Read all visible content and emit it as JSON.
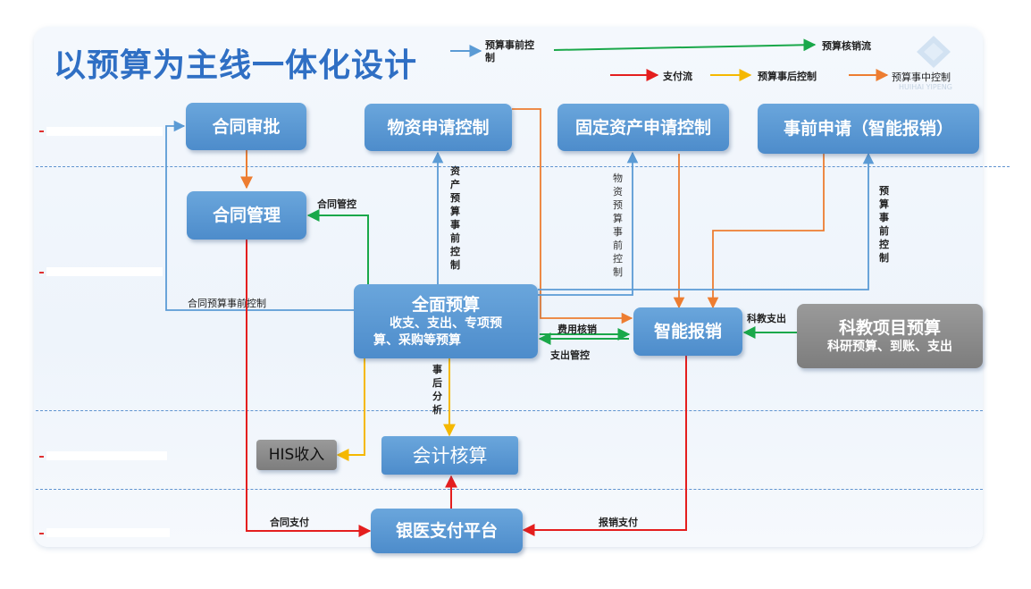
{
  "title": "以预算为主线一体化设计",
  "legend": {
    "pre_control": "预算事前控",
    "pre_control_2": "制",
    "verification_flow": "预算核销流",
    "payment_flow": "支付流",
    "post_control": "预算事后控制",
    "mid_control": "预算事中控制",
    "watermark": "HUIHAI YIPENG"
  },
  "colors": {
    "blue": "#5b9bd5",
    "green": "#1aa84a",
    "red": "#e41e1e",
    "yellow": "#f5b800",
    "orange": "#ed7d31"
  },
  "boxes": {
    "contract_approval": "合同审批",
    "material_request": "物资申请控制",
    "fixed_asset_request": "固定资产申请控制",
    "pre_application": "事前申请（智能报销）",
    "contract_management": "合同管理",
    "overall_budget_title": "全面预算",
    "overall_budget_sub1": "收支、支出、专项预",
    "overall_budget_sub2": "算、采购等预算",
    "smart_reimbursement": "智能报销",
    "research_budget_title": "科教项目预算",
    "research_budget_sub": "科研预算、到账、支出",
    "his_income": "HIS收入",
    "accounting": "会计核算",
    "payment_platform": "银医支付平台"
  },
  "labels": {
    "contract_control": "合同管控",
    "contract_budget_pre_control": "合同预算事前控制",
    "asset_budget_pre_control": "资产预算事前控制",
    "material_budget_pre_control": "物资预算事前控制",
    "budget_pre_control": "预算事前控制",
    "expense_verification": "费用核销",
    "expense_control": "支出管控",
    "research_expense": "科教支出",
    "post_analysis": "事后分析",
    "contract_payment": "合同支付",
    "reimbursement_payment": "报销支付"
  }
}
